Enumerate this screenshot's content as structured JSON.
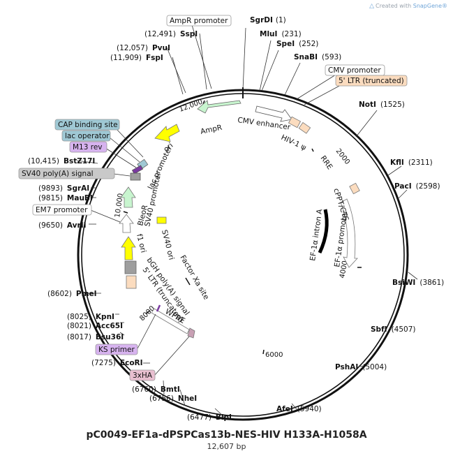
{
  "watermark": {
    "prefix": "Created with ",
    "brand": "SnapGene®"
  },
  "plasmid": {
    "name": "pC0049-EF1a-dPSPCas13b-NES-HIV H133A-H1058A",
    "size": "12,607 bp"
  },
  "ticks": [
    "2000",
    "4000",
    "6000",
    "8000",
    "10,000",
    "12,000"
  ],
  "sites": [
    {
      "name": "SgrDI",
      "pos": "(1)"
    },
    {
      "name": "MluI",
      "pos": "(231)"
    },
    {
      "name": "SpeI",
      "pos": "(252)"
    },
    {
      "name": "SnaBI",
      "pos": "(593)"
    },
    {
      "name": "NotI",
      "pos": "(1525)"
    },
    {
      "name": "KflI",
      "pos": "(2311)"
    },
    {
      "name": "PacI",
      "pos": "(2598)"
    },
    {
      "name": "BsiWI",
      "pos": "(3861)"
    },
    {
      "name": "SbfI",
      "pos": "(4507)"
    },
    {
      "name": "PshAI",
      "pos": "(5004)"
    },
    {
      "name": "AfeI",
      "pos": "(5940)"
    },
    {
      "name": "BlpI",
      "pos": "(6477)"
    },
    {
      "name": "NheI",
      "pos": "(6756)"
    },
    {
      "name": "BmtI",
      "pos": "(6760)"
    },
    {
      "name": "EcoRI",
      "pos": "(7275)"
    },
    {
      "name": "Bsu36I",
      "pos": "(8017)"
    },
    {
      "name": "Acc65I",
      "pos": "(8021)"
    },
    {
      "name": "KpnI",
      "pos": "(8025)"
    },
    {
      "name": "PmeI",
      "pos": "(8602)"
    },
    {
      "name": "AvrII",
      "pos": "(9650)"
    },
    {
      "name": "MauBI",
      "pos": "(9815)"
    },
    {
      "name": "SgrAI",
      "pos": "(9893)"
    },
    {
      "name": "BstZ17I",
      "pos": "(10,415)"
    },
    {
      "name": "FspI",
      "pos": "(11,909)"
    },
    {
      "name": "PvuI",
      "pos": "(12,057)"
    },
    {
      "name": "SspI",
      "pos": "(12,491)"
    }
  ],
  "boxed_labels": [
    {
      "text": "AmpR promoter",
      "color": "#ffffff"
    },
    {
      "text": "CMV promoter",
      "color": "#ffffff"
    },
    {
      "text": "5' LTR (truncated)",
      "color": "#fbdcbf"
    },
    {
      "text": "CAP binding site",
      "color": "#9fc8d4"
    },
    {
      "text": "lac operator",
      "color": "#9fc8d4"
    },
    {
      "text": "M13 rev",
      "color": "#d7b3ef"
    },
    {
      "text": "SV40 poly(A) signal",
      "color": "#c9c9c9"
    },
    {
      "text": "EM7 promoter",
      "color": "#ffffff"
    },
    {
      "text": "KS primer",
      "color": "#d7b3ef"
    },
    {
      "text": "3xHA",
      "color": "#e8bfd0"
    }
  ],
  "features": {
    "ampr": "AmpR",
    "cmv_enhancer": "CMV enhancer",
    "hiv1_psi": "HIV-1 ψ",
    "rre": "RRE",
    "cppt": "cPPT/CTS",
    "ef1a_promoter": "EF-1α promoter",
    "ef1a_intron": "EF-1α intron A",
    "ori": "ori",
    "lac_promoter": "lac promoter",
    "bleor": "BleoR",
    "sv40_promoter": "SV40 promoter",
    "sv40_ori": "SV40 ori",
    "f1_ori": "f1 ori",
    "bgh": "bGH poly(A) signal",
    "ltr3": "5' LTR (truncated)",
    "wpre": "WPRE",
    "factor_xa": "Factor Xa site"
  },
  "colors": {
    "backbone": "#111111",
    "ampr": "#c8f5cf",
    "ori": "#ffff00",
    "ltr": "#fbdcbf",
    "cap": "#9fc8d4",
    "bleor": "#c8f5cf",
    "polya": "#9e9e9e",
    "ha": "#c8a0b4",
    "primer": "#7a3aa0"
  }
}
